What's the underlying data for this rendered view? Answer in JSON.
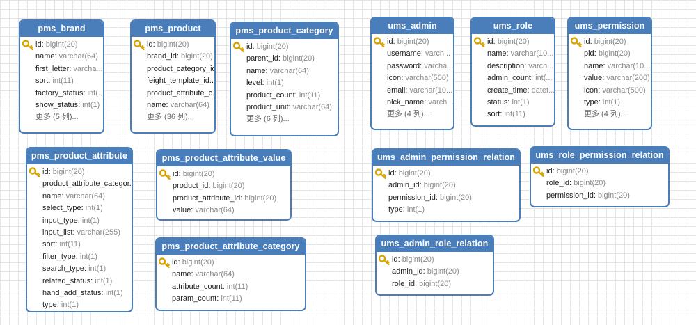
{
  "more_label_prefix": "更多",
  "tables": [
    {
      "id": "pms_brand",
      "name": "pms_brand",
      "fields": [
        {
          "name": "id",
          "type": "bigint(20)",
          "pk": true
        },
        {
          "name": "name",
          "type": "varchar(64)"
        },
        {
          "name": "first_letter",
          "type": "varcha..."
        },
        {
          "name": "sort",
          "type": "int(11)"
        },
        {
          "name": "factory_status",
          "type": "int(..."
        },
        {
          "name": "show_status",
          "type": "int(1)"
        }
      ],
      "more": "更多 (5 列)..."
    },
    {
      "id": "pms_product",
      "name": "pms_product",
      "fields": [
        {
          "name": "id",
          "type": "bigint(20)",
          "pk": true
        },
        {
          "name": "brand_id",
          "type": "bigint(20)"
        },
        {
          "name": "product_category_id",
          "type": ""
        },
        {
          "name": "feight_template_id...",
          "type": ""
        },
        {
          "name": "product_attribute_c...",
          "type": ""
        },
        {
          "name": "name",
          "type": "varchar(64)"
        }
      ],
      "more": "更多 (36 列)..."
    },
    {
      "id": "pms_product_category",
      "name": "pms_product_category",
      "fields": [
        {
          "name": "id",
          "type": "bigint(20)",
          "pk": true
        },
        {
          "name": "parent_id",
          "type": "bigint(20)"
        },
        {
          "name": "name",
          "type": "varchar(64)"
        },
        {
          "name": "level",
          "type": "int(1)"
        },
        {
          "name": "product_count",
          "type": "int(11)"
        },
        {
          "name": "product_unit",
          "type": "varchar(64)"
        }
      ],
      "more": "更多 (6 列)..."
    },
    {
      "id": "ums_admin",
      "name": "ums_admin",
      "fields": [
        {
          "name": "id",
          "type": "bigint(20)",
          "pk": true
        },
        {
          "name": "username",
          "type": "varch..."
        },
        {
          "name": "password",
          "type": "varcha..."
        },
        {
          "name": "icon",
          "type": "varchar(500)"
        },
        {
          "name": "email",
          "type": "varchar(10..."
        },
        {
          "name": "nick_name",
          "type": "varch..."
        }
      ],
      "more": "更多 (4 列)..."
    },
    {
      "id": "ums_role",
      "name": "ums_role",
      "fields": [
        {
          "name": "id",
          "type": "bigint(20)",
          "pk": true
        },
        {
          "name": "name",
          "type": "varchar(10..."
        },
        {
          "name": "description",
          "type": "varch..."
        },
        {
          "name": "admin_count",
          "type": "int(..."
        },
        {
          "name": "create_time",
          "type": "datet..."
        },
        {
          "name": "status",
          "type": "int(1)"
        },
        {
          "name": "sort",
          "type": "int(11)"
        }
      ],
      "more": ""
    },
    {
      "id": "ums_permission",
      "name": "ums_permission",
      "fields": [
        {
          "name": "id",
          "type": "bigint(20)",
          "pk": true
        },
        {
          "name": "pid",
          "type": "bigint(20)"
        },
        {
          "name": "name",
          "type": "varchar(10..."
        },
        {
          "name": "value",
          "type": "varchar(200)"
        },
        {
          "name": "icon",
          "type": "varchar(500)"
        },
        {
          "name": "type",
          "type": "int(1)"
        }
      ],
      "more": "更多 (4 列)..."
    },
    {
      "id": "pms_product_attribute",
      "name": "pms_product_attribute",
      "fields": [
        {
          "name": "id",
          "type": "bigint(20)",
          "pk": true
        },
        {
          "name": "product_attribute_categor...",
          "type": ""
        },
        {
          "name": "name",
          "type": "varchar(64)"
        },
        {
          "name": "select_type",
          "type": "int(1)"
        },
        {
          "name": "input_type",
          "type": "int(1)"
        },
        {
          "name": "input_list",
          "type": "varchar(255)"
        },
        {
          "name": "sort",
          "type": "int(11)"
        },
        {
          "name": "filter_type",
          "type": "int(1)"
        },
        {
          "name": "search_type",
          "type": "int(1)"
        },
        {
          "name": "related_status",
          "type": "int(1)"
        },
        {
          "name": "hand_add_status",
          "type": "int(1)"
        },
        {
          "name": "type",
          "type": "int(1)"
        }
      ],
      "more": ""
    },
    {
      "id": "pms_product_attribute_value",
      "name": "pms_product_attribute_value",
      "fields": [
        {
          "name": "id",
          "type": "bigint(20)",
          "pk": true
        },
        {
          "name": "product_id",
          "type": "bigint(20)"
        },
        {
          "name": "product_attribute_id",
          "type": "bigint(20)"
        },
        {
          "name": "value",
          "type": "varchar(64)"
        }
      ],
      "more": ""
    },
    {
      "id": "pms_product_attribute_category",
      "name": "pms_product_attribute_category",
      "fields": [
        {
          "name": "id",
          "type": "bigint(20)",
          "pk": true
        },
        {
          "name": "name",
          "type": "varchar(64)"
        },
        {
          "name": "attribute_count",
          "type": "int(11)"
        },
        {
          "name": "param_count",
          "type": "int(11)"
        }
      ],
      "more": ""
    },
    {
      "id": "ums_admin_permission_relation",
      "name": "ums_admin_permission_relation",
      "fields": [
        {
          "name": "id",
          "type": "bigint(20)",
          "pk": true
        },
        {
          "name": "admin_id",
          "type": "bigint(20)"
        },
        {
          "name": "permission_id",
          "type": "bigint(20)"
        },
        {
          "name": "type",
          "type": "int(1)"
        }
      ],
      "more": ""
    },
    {
      "id": "ums_role_permission_relation",
      "name": "ums_role_permission_relation",
      "fields": [
        {
          "name": "id",
          "type": "bigint(20)",
          "pk": true
        },
        {
          "name": "role_id",
          "type": "bigint(20)"
        },
        {
          "name": "permission_id",
          "type": "bigint(20)"
        }
      ],
      "more": ""
    },
    {
      "id": "ums_admin_role_relation",
      "name": "ums_admin_role_relation",
      "fields": [
        {
          "name": "id",
          "type": "bigint(20)",
          "pk": true
        },
        {
          "name": "admin_id",
          "type": "bigint(20)"
        },
        {
          "name": "role_id",
          "type": "bigint(20)"
        }
      ],
      "more": ""
    }
  ],
  "colors": {
    "header": "#4a7ebb",
    "type_text": "#8a8a8a",
    "key_icon": "#e0a800"
  }
}
